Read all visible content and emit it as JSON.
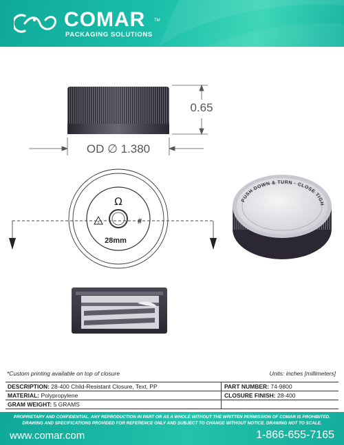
{
  "header": {
    "brand": "COMAR",
    "trademark": "TM",
    "tagline": "PACKAGING SOLUTIONS",
    "logo_icon": "comar-swirl-logo"
  },
  "drawing": {
    "height_dim": "0.65",
    "od_dim": "OD ∅ 1.380",
    "top_size_label": "28mm",
    "top_hash_mark": "#",
    "top_omega_mark": "Ω",
    "photo_ring_text": "PUSH DOWN & TURN · CLOSE TIGHTLY · ← RIGHT TO"
  },
  "notes": {
    "custom": "*Custom printing available on top of closure",
    "units": "Units: inches [millimeters]"
  },
  "specs": [
    {
      "left_key": "DESCRIPTION:",
      "left_val": "28-400 Child-Resistant Closure, Text, PP",
      "right_key": "PART NUMBER:",
      "right_val": "74-9800"
    },
    {
      "left_key": "MATERIAL:",
      "left_val": "Polypropylene",
      "right_key": "CLOSURE FINISH:",
      "right_val": "28-400"
    },
    {
      "left_key": "GRAM WEIGHT:",
      "left_val": "5 GRAMS",
      "right_key": "",
      "right_val": ""
    }
  ],
  "footer": {
    "legal_line1": "PROPRIETARY AND CONFIDENTIAL. ANY REPRODUCTION IN PART OR AS A WHOLE WITHOUT THE WRITTEN PERMISSION OF COMAR IS PROHIBITED.",
    "legal_line2": "DRAWING AND SPECIFICATIONS PROVIDED FOR REFERENCE ONLY AND SUBJECT TO CHANGE WITHOUT NOTICE. DRAWING NOT TO SCALE.",
    "website": "www.comar.com",
    "phone": "1-866-655-7165"
  },
  "colors": {
    "brand_teal": "#14ad9c",
    "cap_dark": "#2e2b35",
    "line": "#444444"
  }
}
